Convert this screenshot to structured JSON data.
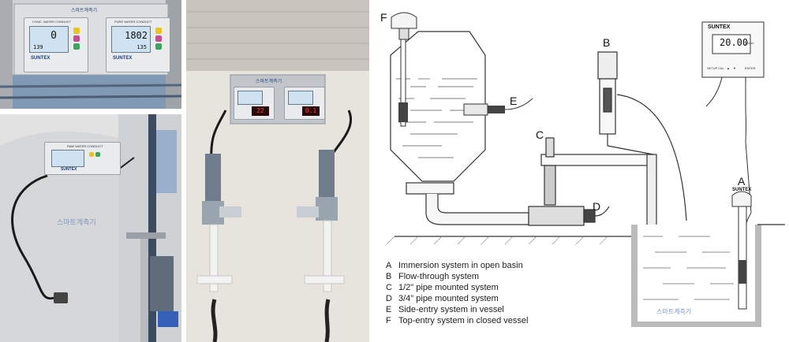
{
  "photos": {
    "top_left": {
      "panel_brand": "스마트계측기",
      "left_meter": {
        "title": "CONC. WATER CONDUCT",
        "value": "0",
        "sub": "139",
        "brand": "SUNTEX"
      },
      "right_meter": {
        "title": "PURE WATER CONDUCT",
        "value": "1802",
        "sub": "135",
        "brand": "SUNTEX"
      }
    },
    "bottom_left": {
      "meter_title": "RAW WATER CONDUCT",
      "meter_brand": "SUNTEX",
      "watermark": "스마트계측기"
    },
    "middle": {
      "panel_brand": "스마트계측기",
      "left_display": "22",
      "right_display": "0.1"
    }
  },
  "diagram": {
    "labels": [
      "F",
      "B",
      "E",
      "C",
      "D",
      "A"
    ],
    "controller": {
      "brand": "SUNTEX",
      "value": "20.00",
      "unit": "μS/cm",
      "buttons": [
        "SETUP",
        "CAL",
        "▲",
        "▼",
        "ENTER"
      ]
    },
    "sensor_brand": "SUNTEX",
    "watermark": "스마트계측기",
    "legend": [
      {
        "letter": "A",
        "text": "Immersion system in open basin"
      },
      {
        "letter": "B",
        "text": "Flow-through system"
      },
      {
        "letter": "C",
        "text": "1/2\" pipe mounted system"
      },
      {
        "letter": "D",
        "text": "3/4\" pipe mounted system"
      },
      {
        "letter": "E",
        "text": "Side-entry system in vessel"
      },
      {
        "letter": "F",
        "text": "Top-entry system in closed vessel"
      }
    ]
  }
}
